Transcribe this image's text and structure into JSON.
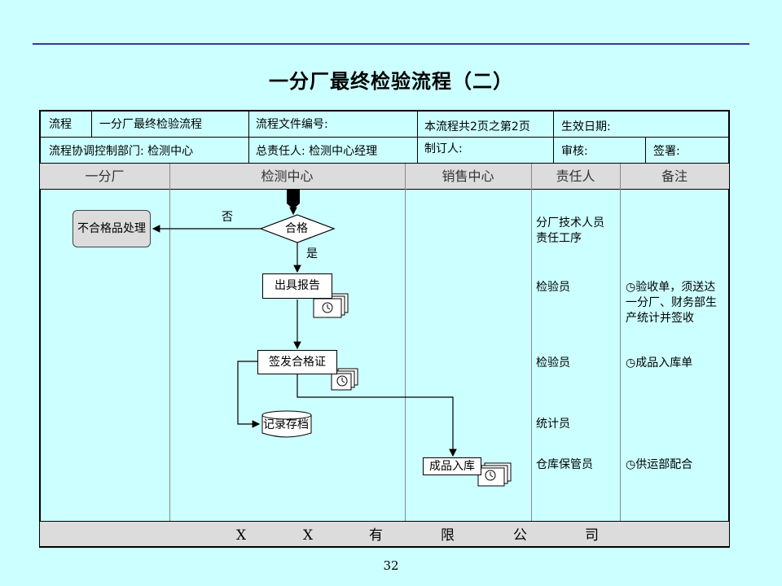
{
  "page_title": "一分厂最终检验流程（二）",
  "header": {
    "row1": [
      "流程",
      "一分厂最终检验流程",
      "流程文件编号:",
      "本流程共2页之第2页",
      "生效日期:"
    ],
    "row2": [
      "流程协调控制部门: 检测中心",
      "总责任人: 检测中心经理",
      "制订人:",
      "审核:",
      "签署:"
    ]
  },
  "columns": [
    "一分厂",
    "检测中心",
    "销售中心",
    "责任人",
    "备注"
  ],
  "nodes": {
    "reject": "不合格品处理",
    "decision": "合格",
    "no": "否",
    "yes": "是",
    "report": "出具报告",
    "certificate": "签发合格证",
    "archive": "记录存档",
    "warehouse": "成品入库"
  },
  "responsible": {
    "r1": "分厂技术人员\n责任工序",
    "r2": "检验员",
    "r3": "检验员",
    "r4": "统计员",
    "r5": "仓库保管员"
  },
  "remarks": {
    "n1": "验收单，须送达一分厂、财务部生产统计并签收",
    "n2": "成品入库单",
    "n3": "供运部配合"
  },
  "footer": [
    "X",
    "X",
    "有",
    "限",
    "公",
    "司"
  ],
  "page_number": "32"
}
